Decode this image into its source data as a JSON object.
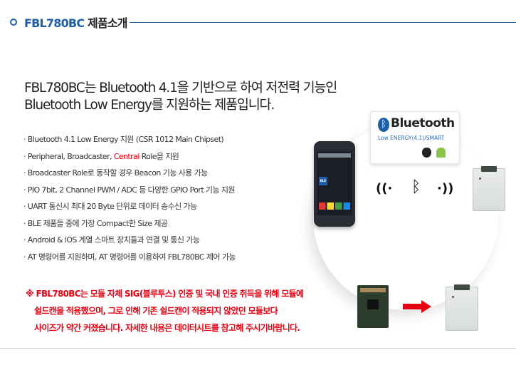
{
  "header": {
    "title_en": "FBL780BC",
    "title_kr": " 제품소개"
  },
  "intro": {
    "line1": "FBL780BC는 Bluetooth 4.1을 기반으로 하여 저전력 기능인",
    "line2": "Bluetooth Low Energy를 지원하는 제품입니다."
  },
  "features": [
    "· Bluetooth 4.1 Low Energy 지원 (CSR 1012 Main Chipset)",
    "· Peripheral, Broadcaster, ",
    "· Broadcaster Role로 동작할 경우 Beacon 기능 사용 가능",
    "· PIO 7bit, 2 Channel PWM / ADC 등 다양한 GPIO Port 기능 지원",
    "· UART 통신시 최대 20 Byte 단위로 데이터 송수신 가능",
    "· BLE 제품들 중에 가장 Compact한 Size 제공",
    "· Android & iOS 계열 스마트 장치들과 연결 및 통신 가능",
    "· AT 명령어를 지원하며, AT 명령어를 이용하여 FBL780BC 제어 가능"
  ],
  "feature_roles": {
    "central": "Central",
    "rest": " Role을 지원"
  },
  "note": {
    "line1": "※ FBL780BC는 모듈 자체 SIG(블루투스) 인증 및 국내 인증 취득을 위해 모듈에",
    "line2": "쉴드캔을 적용했으며, 그로 인해 기존 쉴드캔이 적용되지 않았던 모듈보다",
    "line3": "사이즈가 약간 커졌습니다.  자세한 내용은 데이터시트를 참고해 주시기바랍니다."
  },
  "bluetooth_card": {
    "word": "Bluetooth",
    "sub": "Low ENERGY(4.1)/SMART"
  },
  "phone": {
    "ble_label": "BLE"
  },
  "icons": {
    "bluetooth": "bluetooth-icon",
    "apple": "apple-icon",
    "android": "android-icon",
    "signal": "signal-wave-icon"
  },
  "colors": {
    "accent": "#1f5fa8",
    "red": "#e60012"
  }
}
